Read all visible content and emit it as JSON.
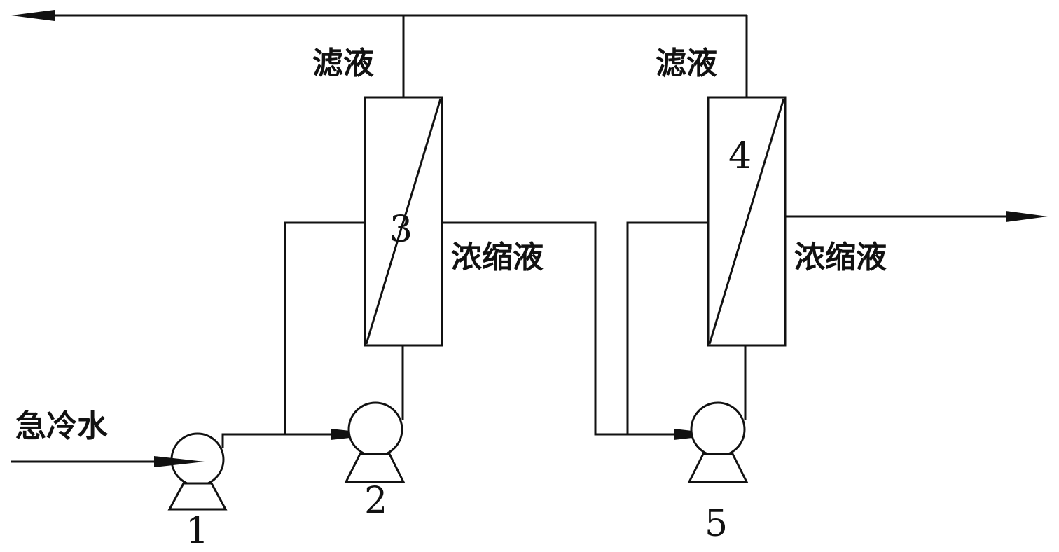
{
  "labels": {
    "filtrate_1": "滤液",
    "filtrate_2": "滤液",
    "concentrate_1": "浓缩液",
    "concentrate_2": "浓缩液",
    "quench_water": "急冷水"
  },
  "equipment": {
    "pump_1": "1",
    "pump_2": "2",
    "membrane_3": "3",
    "membrane_4": "4",
    "pump_5": "5"
  }
}
